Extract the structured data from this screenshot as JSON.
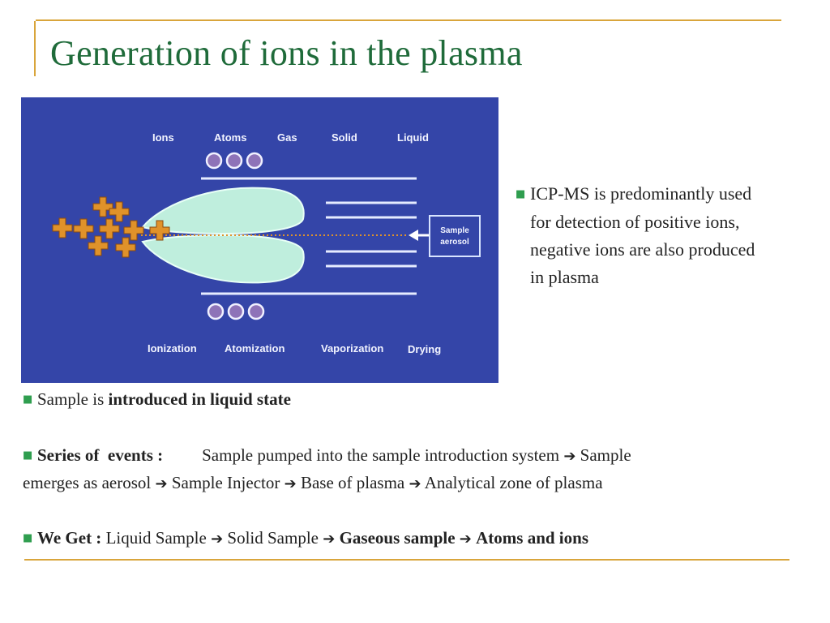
{
  "slide": {
    "title": "Generation of ions in the plasma"
  },
  "figure": {
    "top_labels": [
      "Ions",
      "Atoms",
      "Gas",
      "Solid",
      "Liquid"
    ],
    "bottom_labels": [
      "Ionization",
      "Atomization",
      "Vaporization",
      "Drying"
    ],
    "aerosol_line1": "Sample",
    "aerosol_line2": "aerosol",
    "colors": {
      "background": "#3445a8",
      "plasma": "#bfeedd",
      "lines": "#e6ecff",
      "ions": "#e0922a"
    }
  },
  "side_note": {
    "line1": "ICP-MS is predominantly used",
    "line2": "for detection of positive ions,",
    "line3": "negative ions are also produced",
    "line4": "in plasma"
  },
  "bullets": {
    "b1_plain": "Sample is ",
    "b1_bold": "introduced in liquid state",
    "b2_bold": "Series of  events :",
    "b2_text1": "Sample pumped into the sample introduction system",
    "b2_text2": "Sample",
    "b2_line2_a": "emerges as aerosol",
    "b2_line2_b": "Sample Injector",
    "b2_line2_c": "Base of plasma",
    "b2_line2_d": "Analytical zone of plasma",
    "b3_bold": "We Get :",
    "b3_t1": "Liquid Sample",
    "b3_t2": "Solid Sample",
    "b3_t3": "Gaseous sample",
    "b3_t4": "Atoms and ions"
  },
  "glyphs": {
    "bullet": "■",
    "arrow": "➔"
  }
}
